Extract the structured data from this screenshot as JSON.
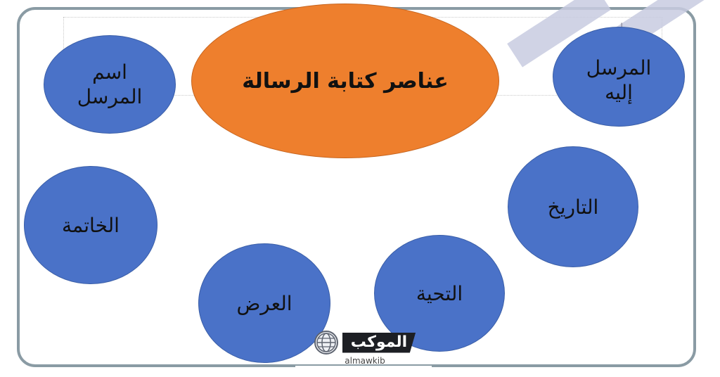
{
  "diagram": {
    "center_label": "عناصر كتابة الرسالة",
    "nodes": [
      {
        "lines": [
          "اسم",
          "المرسل"
        ]
      },
      {
        "lines": [
          "المرسل",
          "إليه"
        ]
      },
      {
        "lines": [
          "التاريخ"
        ]
      },
      {
        "lines": [
          "الخاتمة"
        ]
      },
      {
        "lines": [
          "التحية"
        ]
      },
      {
        "lines": [
          "العرض"
        ]
      }
    ],
    "ghost_text": "اسم"
  },
  "watermark": {
    "brand_ar": "الموكب",
    "brand_en": "almawkib"
  },
  "colors": {
    "center_fill": "#ee7f2d",
    "node_fill": "#4a72c8",
    "frame": "#8a9ba4"
  }
}
